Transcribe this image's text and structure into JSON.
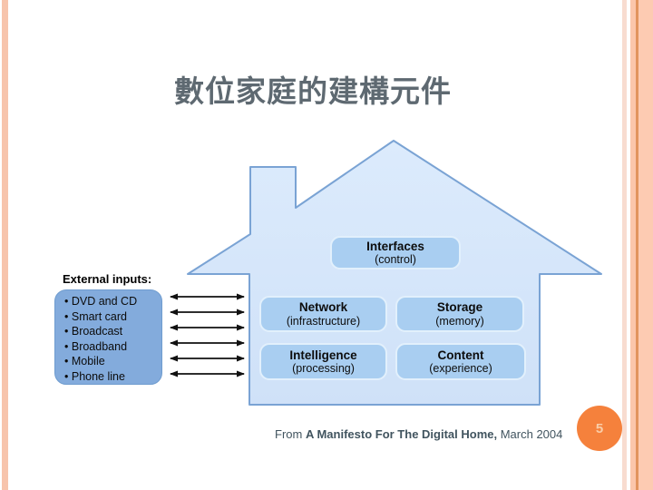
{
  "slide": {
    "title": "數位家庭的建構元件",
    "page_number": "5",
    "footer": {
      "prefix": "From ",
      "source": "A Manifesto For The Digital Home,",
      "suffix": " March 2004"
    }
  },
  "diagram": {
    "external_inputs": {
      "heading": "External inputs:",
      "items": [
        "DVD and CD",
        "Smart card",
        "Broadcast",
        "Broadband",
        "Mobile",
        "Phone line"
      ]
    },
    "house_boxes": [
      {
        "name": "Interfaces",
        "sub": "(control)"
      },
      {
        "name": "Network",
        "sub": "(infrastructure)"
      },
      {
        "name": "Storage",
        "sub": "(memory)"
      },
      {
        "name": "Intelligence",
        "sub": "(processing)"
      },
      {
        "name": "Content",
        "sub": "(experience)"
      }
    ],
    "colors": {
      "house_fill_top": "#dcebfc",
      "house_fill_bottom": "#cfe1f8",
      "house_border": "#7aa3d4",
      "inner_box_fill": "#a9cef1",
      "inner_box_border": "#e2f0fc",
      "external_box_fill": "#83abdc",
      "arrow": "#111111",
      "title_text": "#5e6971",
      "footer_text": "#41545f",
      "page_badge": "#f5813c",
      "accent_stripe": "#f7c4ac",
      "accent_stripe_dark": "#e2945e"
    }
  }
}
